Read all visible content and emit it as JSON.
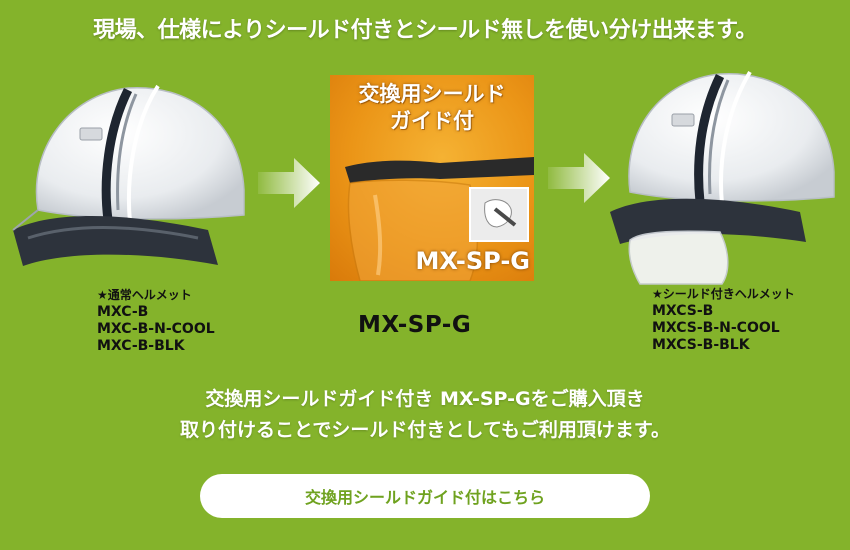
{
  "headline": "現場、仕様によりシールド付きとシールド無しを使い分け出来ます。",
  "product": {
    "title_line1": "交換用シールド",
    "title_line2": "ガイド付",
    "code": "MX-SP-G"
  },
  "left_specs": {
    "heading": "★通常ヘルメット",
    "models": [
      "MXC-B",
      "MXC-B-N-COOL",
      "MXC-B-BLK"
    ]
  },
  "right_specs": {
    "heading": "★シールド付きヘルメット",
    "models": [
      "MXCS-B",
      "MXCS-B-N-COOL",
      "MXCS-B-BLK"
    ]
  },
  "center_code": "MX-SP-G",
  "message": {
    "line1": "交換用シールドガイド付き  MX-SP-Gをご購入頂き",
    "line2": "取り付けることでシールド付きとしてもご利用頂けます。"
  },
  "button_label": "交換用シールドガイド付はこちら",
  "colors": {
    "background": "#84b32b",
    "button_text": "#6fa21f",
    "product_bg": "#eb9517"
  }
}
